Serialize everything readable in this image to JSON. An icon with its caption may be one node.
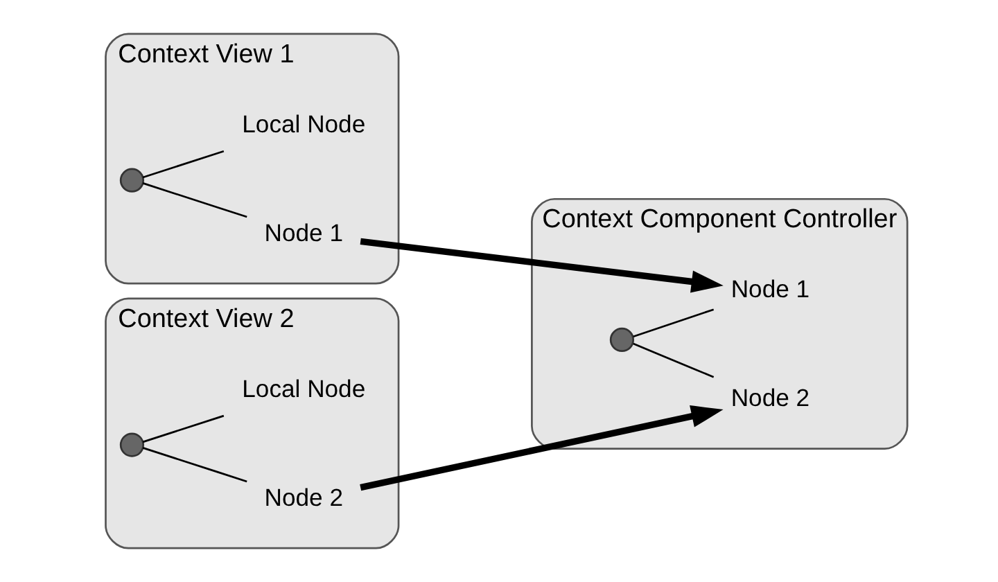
{
  "diagram": {
    "nodes": [
      {
        "text": [
          "Context View 1"
        ]
      },
      {
        "text": [],
        "shape": "circle",
        "in": 0
      },
      {
        "text": [
          "Node 1"
        ],
        "in": 0
      },
      {
        "text": [
          "Local Node"
        ],
        "in": 0
      },
      {
        "text": [
          "Context View 2"
        ]
      },
      {
        "text": [],
        "shape": "circle",
        "in": 4
      },
      {
        "text": [
          "Node 2"
        ],
        "in": 4
      },
      {
        "text": [
          "Local Node"
        ],
        "in": 4
      },
      {
        "text": [
          "Context Component Controller"
        ]
      },
      {
        "text": [],
        "shape": "circle",
        "in": 8
      },
      {
        "text": [
          "Node 1"
        ],
        "in": 8
      },
      {
        "text": [
          "Node 2"
        ],
        "in": 8
      }
    ],
    "edges": [
      {
        "from": 1,
        "to": 2,
        "arrow": "none"
      },
      {
        "from": 1,
        "to": 3,
        "arrow": "none"
      },
      {
        "from": 5,
        "to": 6,
        "arrow": "none"
      },
      {
        "from": 5,
        "to": 7,
        "arrow": "none"
      },
      {
        "from": 9,
        "to": 10,
        "arrow": "none"
      },
      {
        "from": 9,
        "to": 11,
        "arrow": "none"
      },
      {
        "from": 2,
        "to": 10,
        "arrow": "to",
        "style": "thick"
      },
      {
        "from": 6,
        "to": 11,
        "arrow": "to",
        "style": "thick"
      }
    ]
  }
}
